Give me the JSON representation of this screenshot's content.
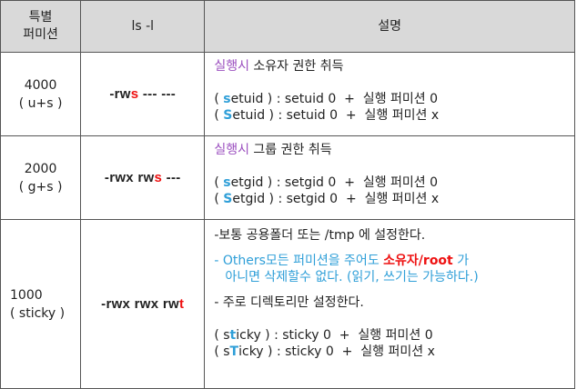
{
  "header": {
    "col1_line1": "특별",
    "col1_line2": "퍼미션",
    "col2": "ls -l",
    "col3": "설명"
  },
  "rows": [
    {
      "perm_line1": "4000",
      "perm_line2": "( u+s )",
      "ls_pre": "-rw",
      "ls_special": "s",
      "ls_post": " --- ---",
      "desc_title_colored": "실행시",
      "desc_title_rest": " 소유자 권한 취득",
      "lower": {
        "pre": "( ",
        "letter": "s",
        "post": "etuid ) : setuid 0  +  실행 퍼미션 0"
      },
      "upper": {
        "pre": "( ",
        "letter": "S",
        "post": "etuid ) : setuid 0  +  실행 퍼미션 x"
      }
    },
    {
      "perm_line1": "2000",
      "perm_line2": "( g+s )",
      "ls_pre": "-rwx rw",
      "ls_special": "s",
      "ls_post": " ---",
      "desc_title_colored": "실행시",
      "desc_title_rest": " 그룹 권한 취득",
      "lower": {
        "pre": "( ",
        "letter": "s",
        "post": "etgid ) : setgid 0  +  실행 퍼미션 0"
      },
      "upper": {
        "pre": "( ",
        "letter": "S",
        "post": "etgid ) : setgid 0  +  실행 퍼미션 x"
      }
    },
    {
      "perm_line1": "1000",
      "perm_line2": "( sticky )",
      "ls_pre": "-rwx rwx rw",
      "ls_special": "t",
      "ls_post": "",
      "desc_line1": "-보통 공용폴더 또는 /tmp 에 설정한다.",
      "desc_blue_1": "- Others모든 퍼미션을 주어도 ",
      "desc_red": "소유자/root",
      "desc_blue_2": " 가",
      "desc_blue_3": "아니면 삭제할수 없다. (읽기, 쓰기는 가능하다.)",
      "desc_line4": "- 주로 디렉토리만 설정한다.",
      "lower": {
        "pre": "( s",
        "letter": "t",
        "post": "icky ) : sticky 0  +  실행 퍼미션 0"
      },
      "upper": {
        "pre": "( s",
        "letter": "T",
        "post": "icky ) : sticky 0  +  실행 퍼미션 x"
      }
    }
  ],
  "colors": {
    "header_bg": "#d9d9d9",
    "border": "#555555",
    "special_red": "#ee1111",
    "title_purple": "#9b4fbf",
    "note_blue": "#2f9fd8"
  }
}
